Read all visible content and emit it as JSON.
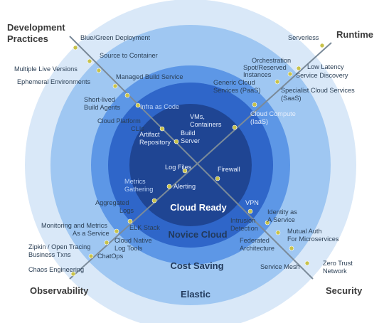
{
  "corners": {
    "top_left_1": "Development",
    "top_left_2": "Practices",
    "top_right": "Runtime",
    "bottom_left": "Observability",
    "bottom_right": "Security"
  },
  "rings": {
    "elastic": "Elastic",
    "cost_saving": "Cost Saving",
    "novice_cloud": "Novice Cloud",
    "cloud_ready": "Cloud Ready"
  },
  "colors": {
    "elastic": "#d9e8f8",
    "cost_saving": "#9fc7f2",
    "novice_cloud": "#5d97e6",
    "cloud_ready": "#2f66c9",
    "core": "#1f4593",
    "axis": "#7a8a99",
    "dot": "#c8c24a"
  },
  "dev": {
    "blue_green": "Blue/Green Deployment",
    "source_to_container": "Source to Container",
    "multiple_live_1": "Multiple Live Versions",
    "managed_build": "Managed Build Service",
    "ephemeral": "Ephemeral Environments",
    "short_lived_1": "Short-lived",
    "short_lived_2": "Build Agents",
    "infra_as_code": "Infra as Code",
    "cloud_platform_1": "Cloud Platform",
    "cloud_platform_2": "CLIs",
    "artifact_1": "Artifact",
    "artifact_2": "Repository",
    "build_1": "Build",
    "build_2": "Server"
  },
  "runtime": {
    "serverless": "Serverless",
    "orchestration_1": "Orchestration",
    "orchestration_2": "Spot/Reserved",
    "orchestration_3": "Instances",
    "low_latency": "Low Latency",
    "service_discovery": "Service Discovery",
    "generic_1": "Generic Cloud",
    "generic_2": "Services (PaaS)",
    "specialist_1": "Specialist Cloud Services",
    "specialist_2": "(SaaS)",
    "compute_1": "Cloud Compute",
    "compute_2": "(IaaS)",
    "vms_1": "VMs,",
    "vms_2": "Containers"
  },
  "observability": {
    "log_files": "Log Files",
    "metrics_1": "Metrics",
    "metrics_2": "Gathering",
    "alerting": "Alerting",
    "aggregated_1": "Aggregated",
    "aggregated_2": "Logs",
    "elk": "ELK Stack",
    "monitoring_1": "Monitoring and Metrics",
    "monitoring_2": "As a Service",
    "cloud_native_1": "Cloud Native",
    "cloud_native_2": "Log Tools",
    "zipkin_1": "Zipkin / Open Tracing",
    "zipkin_2": "Business Txns",
    "chatops": "ChatOps",
    "chaos": "Chaos Engineering"
  },
  "security": {
    "firewall": "Firewall",
    "vpn": "VPN",
    "intrusion_1": "Intrusion",
    "intrusion_2": "Detection",
    "identity_1": "Identity as",
    "identity_2": "A Service",
    "federated_1": "Federated",
    "federated_2": "Architecture",
    "mutual_1": "Mutual Auth",
    "mutual_2": "For Microservices",
    "mesh": "Service Mesh",
    "zero_1": "Zero Trust",
    "zero_2": "Network"
  }
}
